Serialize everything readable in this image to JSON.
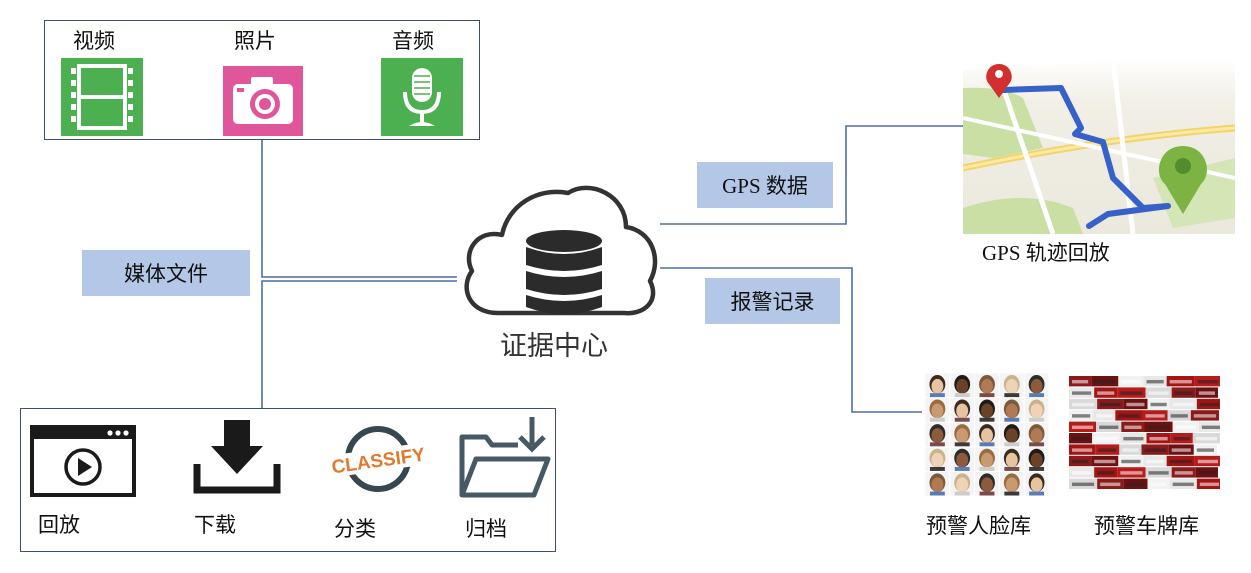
{
  "media_box": {
    "items": [
      {
        "label": "视频",
        "icon": "film-icon"
      },
      {
        "label": "照片",
        "icon": "camera-icon"
      },
      {
        "label": "音频",
        "icon": "microphone-icon"
      }
    ]
  },
  "center": {
    "label": "证据中心",
    "icon": "cloud-database-icon"
  },
  "tags": {
    "media_files": "媒体文件",
    "gps_data": "GPS 数据",
    "alarm_records": "报警记录"
  },
  "gps": {
    "label": "GPS 轨迹回放",
    "icon": "map-route-icon"
  },
  "databases": [
    {
      "label": "预警人脸库",
      "icon": "face-grid-icon"
    },
    {
      "label": "预警车牌库",
      "icon": "license-plate-icon"
    }
  ],
  "actions_box": {
    "items": [
      {
        "label": "回放",
        "icon": "play-window-icon"
      },
      {
        "label": "下载",
        "icon": "download-icon"
      },
      {
        "label": "分类",
        "icon": "classify-icon",
        "badge_text": "CLASSIFY"
      },
      {
        "label": "归档",
        "icon": "folder-archive-icon"
      }
    ]
  },
  "colors": {
    "connector": "#4a6fa5",
    "tag_fill": "#b4c7e7",
    "tile_green": "#4caf50",
    "tile_pink": "#e0569a",
    "route_blue": "#3561c9"
  }
}
